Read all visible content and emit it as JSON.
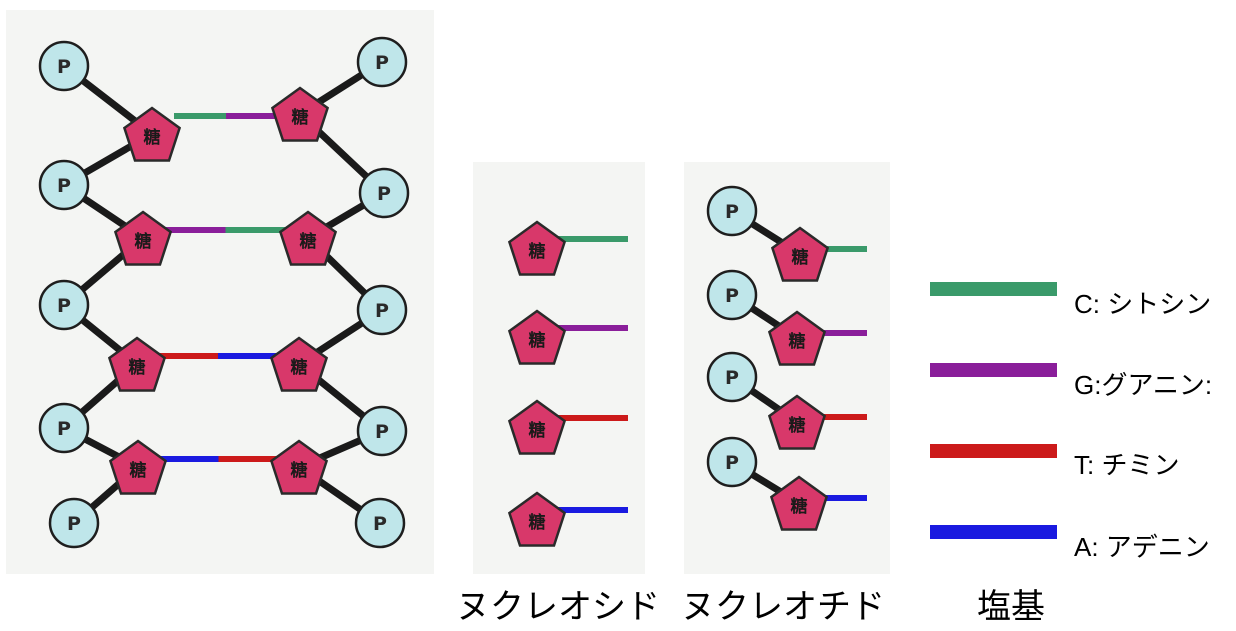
{
  "colors": {
    "cytosine": "#3a9a6a",
    "guanine": "#8a1e9a",
    "thymine": "#cc1a1a",
    "adenine": "#1a1ae0",
    "phosphate_fill": "#bfe6ea",
    "sugar_fill": "#d8386a"
  },
  "labels": {
    "phosphate": "P",
    "sugar": "糖"
  },
  "legend": [
    {
      "base": "cytosine",
      "text": "C:  シトシン"
    },
    {
      "base": "guanine",
      "text": "G:グアニン:"
    },
    {
      "base": "thymine",
      "text": "T:  チミン"
    },
    {
      "base": "adenine",
      "text": "A:  アデニン"
    }
  ],
  "captions": {
    "nucleoside": "ヌクレオシド",
    "nucleotide": "ヌクレオチド",
    "base": "塩基"
  },
  "double_helix": {
    "pairs": [
      [
        "cytosine",
        "guanine"
      ],
      [
        "guanine",
        "cytosine"
      ],
      [
        "thymine",
        "adenine"
      ],
      [
        "adenine",
        "thymine"
      ]
    ]
  },
  "nucleosides": [
    "cytosine",
    "guanine",
    "thymine",
    "adenine"
  ],
  "nucleotides": [
    "cytosine",
    "guanine",
    "thymine",
    "adenine"
  ]
}
